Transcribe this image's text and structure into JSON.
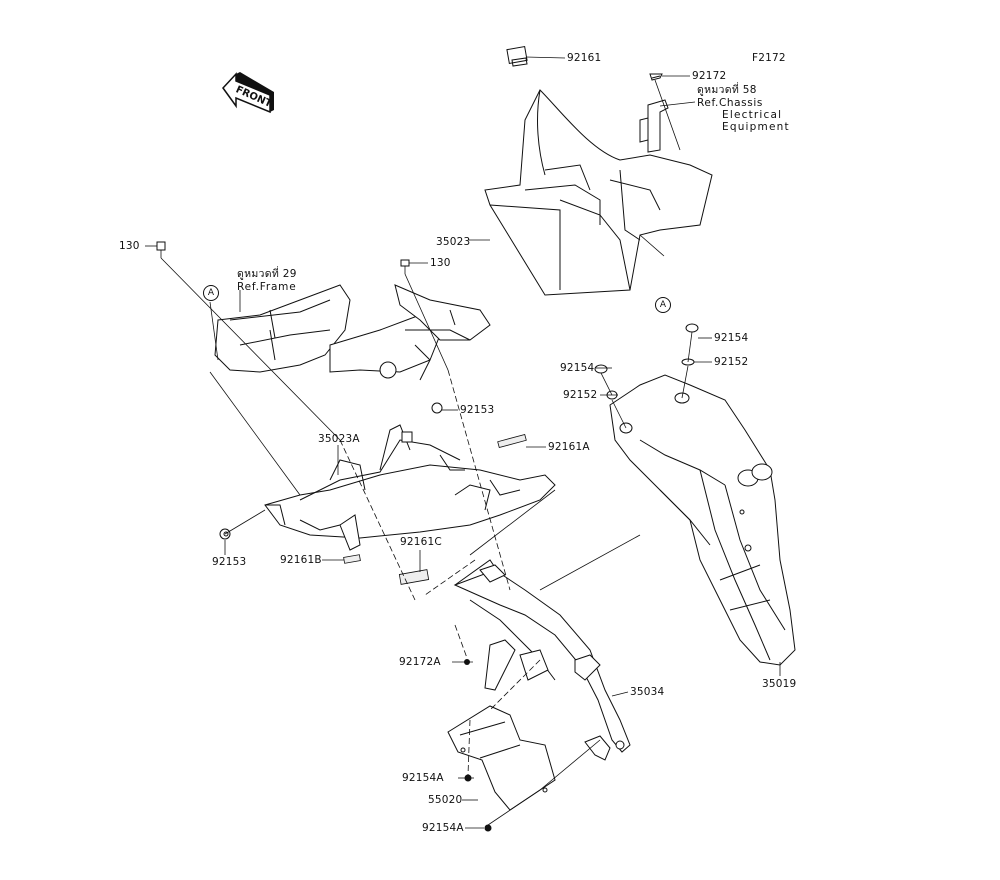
{
  "diagram": {
    "figure_id": "F2172",
    "front_label": "FRONT",
    "parts": [
      {
        "id": "p-92161",
        "number": "92161"
      },
      {
        "id": "p-92172",
        "number": "92172"
      },
      {
        "id": "p-35023",
        "number": "35023"
      },
      {
        "id": "p-130-a",
        "number": "130"
      },
      {
        "id": "p-130-b",
        "number": "130"
      },
      {
        "id": "p-92154-a",
        "number": "92154"
      },
      {
        "id": "p-92154-b",
        "number": "92154"
      },
      {
        "id": "p-92152-a",
        "number": "92152"
      },
      {
        "id": "p-92152-b",
        "number": "92152"
      },
      {
        "id": "p-92153-a",
        "number": "92153"
      },
      {
        "id": "p-92153-b",
        "number": "92153"
      },
      {
        "id": "p-92161a",
        "number": "92161A"
      },
      {
        "id": "p-35023a",
        "number": "35023A"
      },
      {
        "id": "p-92161b",
        "number": "92161B"
      },
      {
        "id": "p-92161c",
        "number": "92161C"
      },
      {
        "id": "p-92172a",
        "number": "92172A"
      },
      {
        "id": "p-35034",
        "number": "35034"
      },
      {
        "id": "p-35019",
        "number": "35019"
      },
      {
        "id": "p-92154a-a",
        "number": "92154A"
      },
      {
        "id": "p-92154a-b",
        "number": "92154A"
      },
      {
        "id": "p-55020",
        "number": "55020"
      }
    ],
    "references": [
      {
        "thai": "ดูหมวดที่ 58",
        "lines": [
          "Ref.Chassis",
          "Electrical",
          "Equipment"
        ]
      },
      {
        "thai": "ดูหมวดที่ 29",
        "lines": [
          "Ref.Frame"
        ]
      }
    ],
    "connector_markers": [
      "A",
      "A"
    ]
  }
}
